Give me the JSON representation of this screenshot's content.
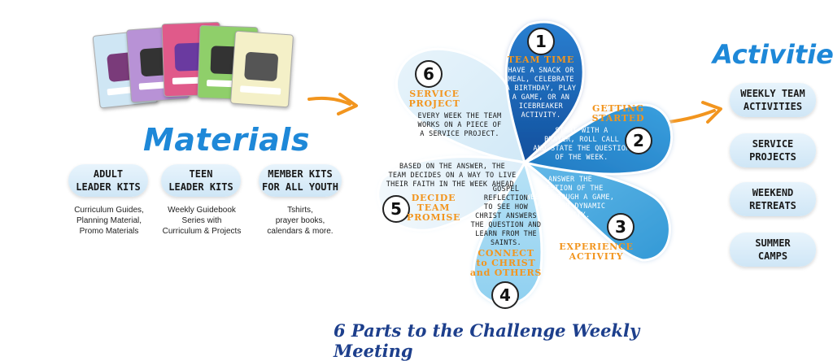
{
  "materials": {
    "title": "Materials",
    "kits": [
      {
        "line1": "ADULT",
        "line2": "LEADER KITS",
        "desc": [
          "Curriculum Guides,",
          "Planning Material,",
          "Promo Materials"
        ]
      },
      {
        "line1": "TEEN",
        "line2": "LEADER KITS",
        "desc": [
          "Weekly Guidebook",
          "Series with",
          "Curriculum & Projects"
        ]
      },
      {
        "line1": "MEMBER KITS",
        "line2": "FOR ALL YOUTH",
        "desc": [
          "Tshirts,",
          "prayer books,",
          "calendars & more."
        ]
      }
    ]
  },
  "activities": {
    "title": "Activities",
    "items": [
      {
        "line1": "WEEKLY TEAM",
        "line2": "ACTIVITIES"
      },
      {
        "line1": "SERVICE",
        "line2": "PROJECTS"
      },
      {
        "line1": "WEEKEND",
        "line2": "RETREATS"
      },
      {
        "line1": "SUMMER",
        "line2": "CAMPS"
      }
    ]
  },
  "petals": [
    {
      "num": "1",
      "title": [
        "TEAM TIME"
      ],
      "text": [
        "HAVE A SNACK OR",
        "MEAL, CELEBRATE",
        "A BIRTHDAY, PLAY",
        "A GAME, OR AN",
        "ICEBREAKER",
        "ACTIVITY."
      ]
    },
    {
      "num": "2",
      "title": [
        "GETTING",
        "STARTED"
      ],
      "text": [
        "START WITH A",
        "PRAYER, ROLL CALL",
        "AND STATE THE QUESTION",
        "OF THE WEEK."
      ]
    },
    {
      "num": "3",
      "title": [
        "EXPERIENCE",
        "ACTIVITY"
      ],
      "text": [
        "ANSWER THE",
        "QUESTION OF THE",
        "WEEK THROUGH A GAME,",
        "VIDEO OR DYNAMIC",
        "ACTIVITY."
      ]
    },
    {
      "num": "4",
      "title": [
        "CONNECT",
        "to CHRIST",
        "and OTHERS"
      ],
      "text": [
        "GOSPEL",
        "REFLECTION",
        "TO SEE HOW",
        "CHRIST ANSWERS",
        "THE QUESTION AND",
        "LEARN FROM THE SAINTS."
      ]
    },
    {
      "num": "5",
      "title": [
        "DECIDE",
        "TEAM",
        "PROMISE"
      ],
      "text": [
        "BASED ON THE ANSWER, THE",
        "TEAM DECIDES ON A WAY TO LIVE",
        "THEIR FAITH IN THE WEEK AHEAD."
      ]
    },
    {
      "num": "6",
      "title": [
        "SERVICE",
        "PROJECT"
      ],
      "text": [
        "EVERY WEEK THE TEAM",
        "WORKS ON A PIECE OF",
        "A SERVICE PROJECT."
      ]
    }
  ],
  "footer": {
    "title": "6 Parts to the Challenge Weekly Meeting"
  },
  "colors": {
    "accent": "#1e88d8",
    "orange": "#f2951e",
    "navy": "#1d3f8c",
    "petal_dark": "#1b63b5",
    "petal_mid": "#2e8fd1",
    "petal_light": "#d9ecf8"
  }
}
